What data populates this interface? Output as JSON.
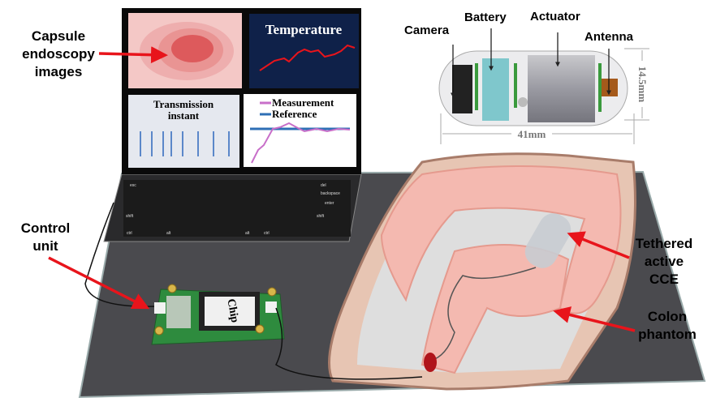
{
  "labels": {
    "capsule_images": [
      "Capsule",
      "endoscopy",
      "images"
    ],
    "control_unit": [
      "Control",
      "unit"
    ],
    "tethered_cce": [
      "Tethered",
      "active",
      "CCE"
    ],
    "colon_phantom": [
      "Colon",
      "phantom"
    ]
  },
  "screen": {
    "temperature_title": "Temperature",
    "transmission_title": [
      "Transmission",
      "instant"
    ],
    "legend": {
      "measurement": "Measurement",
      "reference": "Reference"
    }
  },
  "capsule": {
    "camera": "Camera",
    "battery": "Battery",
    "actuator": "Actuator",
    "antenna": "Antenna",
    "length": "41mm",
    "diameter": "14.5mm"
  },
  "board": {
    "chip": "Chip"
  },
  "keyboard": {
    "keys": [
      "esc",
      "del",
      "backspace",
      "enter",
      "shift",
      "shift",
      "ctrl",
      "alt",
      "alt",
      "ctrl"
    ]
  },
  "colors": {
    "arrow": "#e8141b",
    "table": "#4a4a4e",
    "screen_bg": "#0a0a0a",
    "temperature_bg": "#0f2149",
    "board": "#2e8b3e",
    "colon": "#f4b9b0"
  }
}
